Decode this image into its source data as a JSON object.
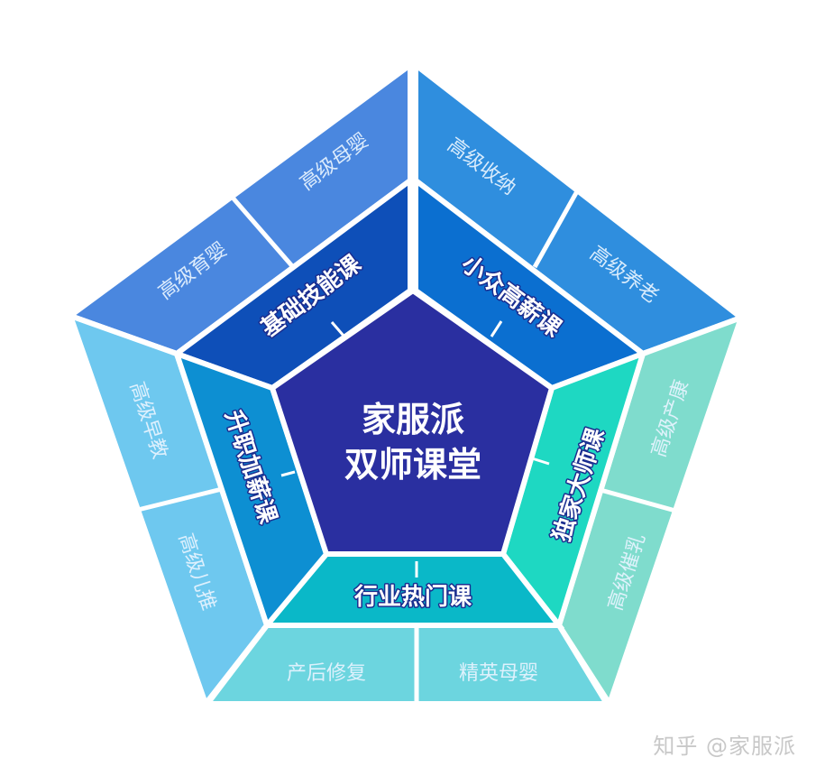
{
  "center": {
    "line1": "家服派",
    "line2": "双师课堂",
    "color": "#2a2fa0"
  },
  "middle_ring": [
    {
      "label": "基础技能课",
      "position": "upper-left",
      "color": "#0e4fb8"
    },
    {
      "label": "小众高薪课",
      "position": "upper-right",
      "color": "#0b6fd0"
    },
    {
      "label": "独家大师课",
      "position": "right",
      "color": "#1ed8c2"
    },
    {
      "label": "行业热门课",
      "position": "bottom",
      "color": "#0ab8c8"
    },
    {
      "label": "升职加薪课",
      "position": "left",
      "color": "#0d8fd2"
    }
  ],
  "outer_ring": [
    {
      "label": "高级育婴",
      "group": "upper-left",
      "color": "#4a87df"
    },
    {
      "label": "高级母婴",
      "group": "upper-left",
      "color": "#4a87df"
    },
    {
      "label": "高级收纳",
      "group": "upper-right",
      "color": "#2f8ede"
    },
    {
      "label": "高级养老",
      "group": "upper-right",
      "color": "#2f8ede"
    },
    {
      "label": "高级产康",
      "group": "right",
      "color": "#7fdccd"
    },
    {
      "label": "高级催乳",
      "group": "right",
      "color": "#7fdccd"
    },
    {
      "label": "精英母婴",
      "group": "bottom",
      "color": "#6cd5df"
    },
    {
      "label": "产后修复",
      "group": "bottom",
      "color": "#6cd5df"
    },
    {
      "label": "高级儿推",
      "group": "left",
      "color": "#6ec8ef"
    },
    {
      "label": "高级早教",
      "group": "left",
      "color": "#6ec8ef"
    }
  ],
  "watermark": "知乎 @家服派"
}
